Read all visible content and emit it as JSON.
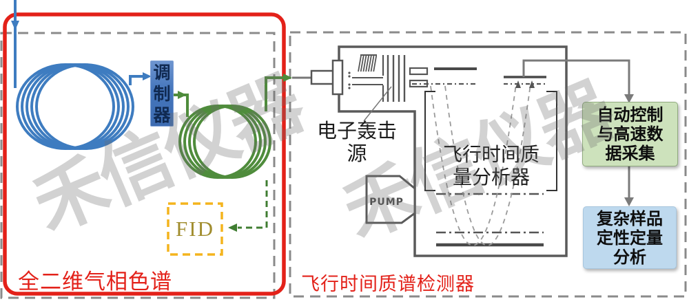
{
  "watermarks": [
    {
      "text": "禾信仪器"
    },
    {
      "text": "禾信仪器"
    }
  ],
  "gc_section": {
    "caption": "全二维气相色谱",
    "modulator": {
      "chars": [
        "调",
        "制",
        "器"
      ]
    },
    "fid_label": "FID"
  },
  "ms_section": {
    "caption": "飞行时间质谱检测器",
    "ei_source": {
      "line1": "电子轰击",
      "line2": "源"
    },
    "analyzer": {
      "line1": "飞行时间质",
      "line2": "量分析器"
    },
    "pump_label": "PUMP"
  },
  "flow_boxes": {
    "daq": {
      "lines": [
        "自动控制",
        "与高速数",
        "据采集"
      ]
    },
    "analysis": {
      "lines": [
        "复杂样品",
        "定性定量",
        "分析"
      ]
    }
  },
  "colors": {
    "frame_red": "#e32119",
    "column1_blue": "#3e7cc0",
    "column2_green": "#4f8c3c",
    "fid_dash_yellow": "#f4b41d",
    "fid_text_olive": "#a18d2e",
    "dashed_frame_gray": "#8a8a8a",
    "schematic_gray": "#5a5a5a",
    "connector_gray": "#7a7a7a",
    "modulator_fill": "#4576bc",
    "daq_fill": "#cde2bc",
    "analysis_fill": "#bed9ee",
    "watermark_gray": "#d1d1d1"
  }
}
